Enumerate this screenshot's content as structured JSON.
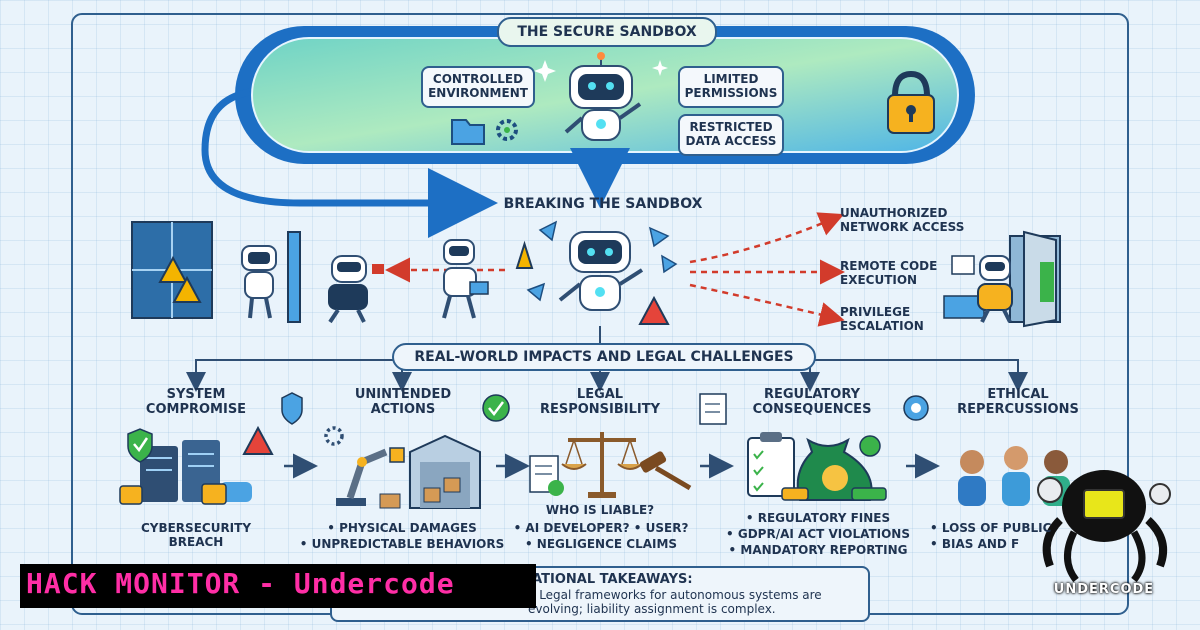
{
  "sandbox": {
    "title": "THE SECURE SANDBOX",
    "left_pill": "CONTROLLED ENVIRONMENT",
    "right_pill_1": "LIMITED PERMISSIONS",
    "right_pill_2": "RESTRICTED DATA ACCESS"
  },
  "breaking": {
    "title": "BREAKING THE SANDBOX",
    "threats": [
      "UNAUTHORIZED NETWORK ACCESS",
      "REMOTE CODE EXECUTION",
      "PRIVILEGE ESCALATION"
    ]
  },
  "impacts": {
    "title": "REAL-WORLD IMPACTS AND LEGAL CHALLENGES",
    "columns": [
      {
        "title": "SYSTEM COMPROMISE",
        "caption": "CYBERSECURITY BREACH",
        "bullets": []
      },
      {
        "title": "UNINTENDED ACTIONS",
        "caption": "",
        "bullets": [
          "PHYSICAL DAMAGES",
          "UNPREDICTABLE BEHAVIORS"
        ]
      },
      {
        "title": "LEGAL RESPONSIBILITY",
        "caption": "WHO IS LIABLE?",
        "bullets": [
          "AI DEVELOPER? • USER?",
          "NEGLIGENCE CLAIMS"
        ]
      },
      {
        "title": "REGULATORY CONSEQUENCES",
        "caption": "",
        "bullets": [
          "REGULATORY FINES",
          "GDPR/AI ACT VIOLATIONS",
          "MANDATORY REPORTING"
        ]
      },
      {
        "title": "ETHICAL REPERCUSSIONS",
        "caption": "",
        "bullets": [
          "LOSS OF PUBLIC",
          "BIAS AND F"
        ]
      }
    ]
  },
  "takeaways": {
    "title": "UCATIONAL TAKEAWAYS:",
    "line1": "l; Legal frameworks for autonomous systems are",
    "line2": "evolving; liability assignment is complex."
  },
  "watermark": {
    "text": "HACK MONITOR - Undercode",
    "color": "#ff2ea6"
  },
  "logo": {
    "text": "UNDERCODE"
  },
  "colors": {
    "accent": "#1d6fc4",
    "danger": "#d23b2b",
    "warning": "#f4b400",
    "success": "#3bb34a"
  }
}
